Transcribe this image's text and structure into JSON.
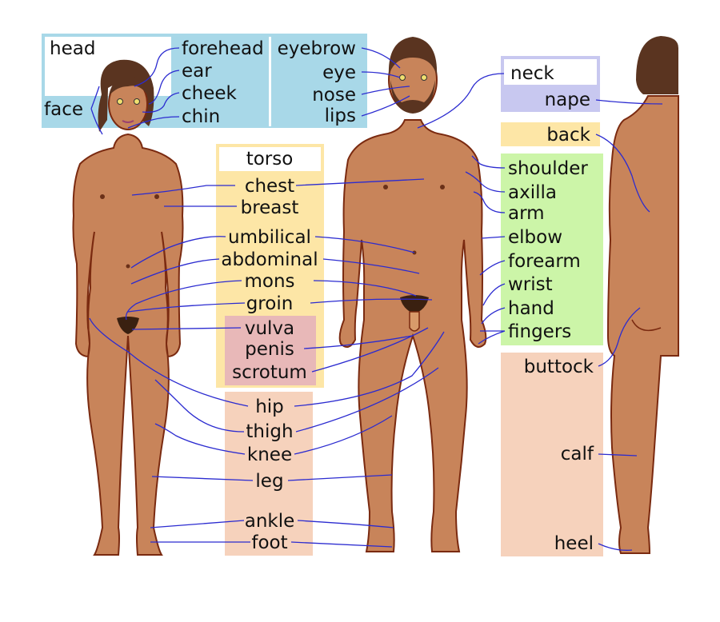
{
  "colors": {
    "head": "#a8d8e8",
    "neck": "#c8c8f0",
    "torso": "#fde6a6",
    "genital": "#e8b8b8",
    "arm": "#ccf5a8",
    "leg": "#f6d2bc",
    "skin": "#c8845a",
    "outline": "#7a2a10",
    "hair": "#5a3420",
    "pointer": "#2b2bd0"
  },
  "groups": {
    "head": "head",
    "face": "face",
    "neck": "neck",
    "torso": "torso"
  },
  "labels": {
    "forehead": "forehead",
    "ear": "ear",
    "cheek": "cheek",
    "chin": "chin",
    "eyebrow": "eyebrow",
    "eye": "eye",
    "nose": "nose",
    "lips": "lips",
    "nape": "nape",
    "back": "back",
    "chest": "chest",
    "breast": "breast",
    "umbilical": "umbilical",
    "abdominal": "abdominal",
    "mons": "mons",
    "groin": "groin",
    "vulva": "vulva",
    "penis": "penis",
    "scrotum": "scrotum",
    "shoulder": "shoulder",
    "axilla": "axilla",
    "arm": "arm",
    "elbow": "elbow",
    "forearm": "forearm",
    "wrist": "wrist",
    "hand": "hand",
    "fingers": "fingers",
    "buttock": "buttock",
    "hip": "hip",
    "thigh": "thigh",
    "knee": "knee",
    "leg": "leg",
    "calf": "calf",
    "ankle": "ankle",
    "foot": "foot",
    "heel": "heel"
  }
}
